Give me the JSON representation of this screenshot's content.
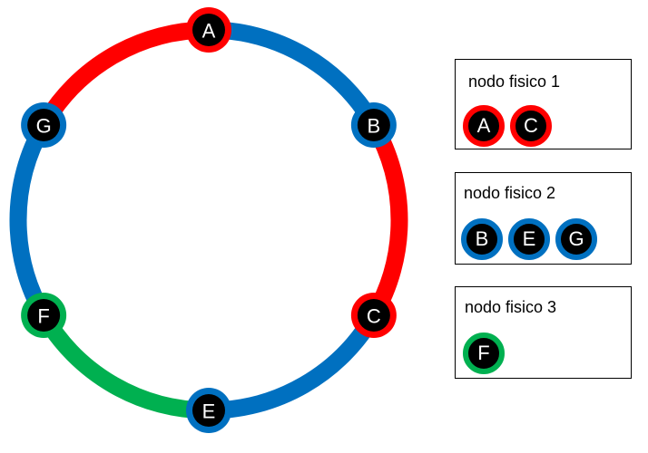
{
  "colors": {
    "red": "#ff0000",
    "blue": "#0070c0",
    "green": "#00b050",
    "node_fill": "#000000",
    "label": "#ffffff"
  },
  "ring": {
    "nodes": [
      {
        "id": "A",
        "label": "A",
        "color": "red"
      },
      {
        "id": "B",
        "label": "B",
        "color": "blue"
      },
      {
        "id": "C",
        "label": "C",
        "color": "red"
      },
      {
        "id": "E",
        "label": "E",
        "color": "blue"
      },
      {
        "id": "F",
        "label": "F",
        "color": "green"
      },
      {
        "id": "G",
        "label": "G",
        "color": "blue"
      }
    ],
    "arcs": [
      {
        "from": "A",
        "to": "B",
        "color": "blue"
      },
      {
        "from": "B",
        "to": "C",
        "color": "red"
      },
      {
        "from": "C",
        "to": "E",
        "color": "blue"
      },
      {
        "from": "E",
        "to": "F",
        "color": "green"
      },
      {
        "from": "F",
        "to": "G",
        "color": "blue"
      },
      {
        "from": "G",
        "to": "A",
        "color": "red"
      }
    ]
  },
  "physical_nodes": [
    {
      "title": "nodo fisico 1",
      "nodes": [
        {
          "label": "A",
          "color": "red"
        },
        {
          "label": "C",
          "color": "red"
        }
      ]
    },
    {
      "title": "nodo fisico 2",
      "nodes": [
        {
          "label": "B",
          "color": "blue"
        },
        {
          "label": "E",
          "color": "blue"
        },
        {
          "label": "G",
          "color": "blue"
        }
      ]
    },
    {
      "title": "nodo fisico 3",
      "nodes": [
        {
          "label": "F",
          "color": "green"
        }
      ]
    }
  ]
}
